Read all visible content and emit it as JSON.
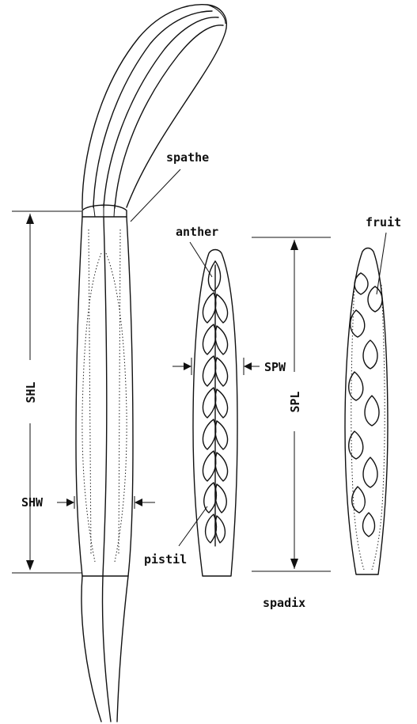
{
  "labels": {
    "spathe": "spathe",
    "anther": "anther",
    "fruit": "fruit",
    "spw": "SPW",
    "shl": "SHL",
    "spl": "SPL",
    "shw": "SHW",
    "pistil": "pistil",
    "spadix": "spadix"
  }
}
